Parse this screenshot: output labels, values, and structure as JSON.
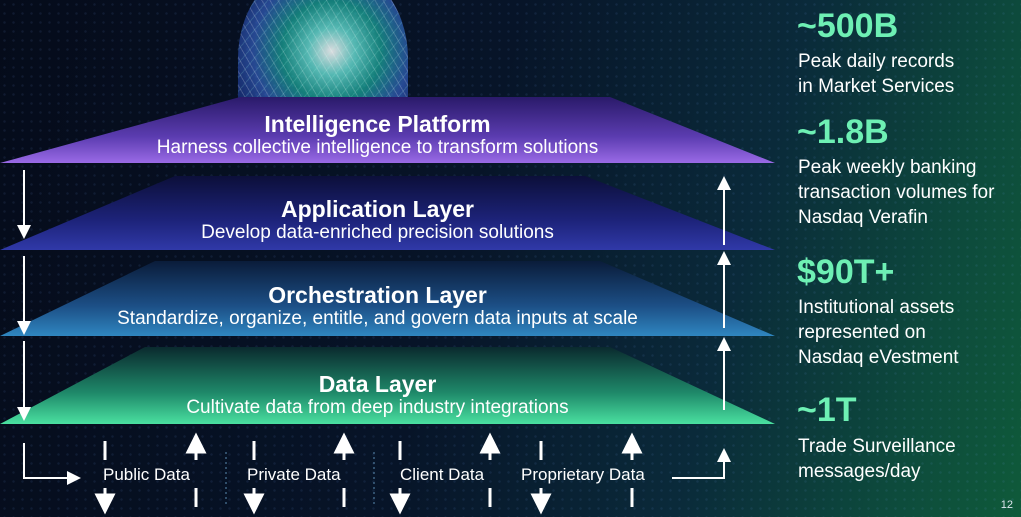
{
  "layers": [
    {
      "title": "Intelligence Platform",
      "subtitle": "Harness collective intelligence to transform solutions"
    },
    {
      "title": "Application Layer",
      "subtitle": "Develop data-enriched precision solutions"
    },
    {
      "title": "Orchestration Layer",
      "subtitle": "Standardize, organize, entitle, and govern data inputs at scale"
    },
    {
      "title": "Data Layer",
      "subtitle": "Cultivate data from deep industry integrations"
    }
  ],
  "sources": [
    "Public Data",
    "Private Data",
    "Client Data",
    "Proprietary Data"
  ],
  "stats": [
    {
      "value": "~500B",
      "line1": "Peak daily records",
      "line2": "in Market Services",
      "line3": ""
    },
    {
      "value": "~1.8B",
      "line1": "Peak weekly banking",
      "line2": "transaction volumes for",
      "line3": "Nasdaq Verafin"
    },
    {
      "value": "$90T+",
      "line1": "Institutional assets",
      "line2": "represented on",
      "line3": "Nasdaq eVestment"
    },
    {
      "value": "~1T",
      "line1": "Trade Surveillance",
      "line2": "messages/day",
      "line3": ""
    }
  ],
  "page_number": "12",
  "colors": {
    "intelligence": "#8f5fe0",
    "application": "#2a2f8f",
    "orchestration": "#2a78b8",
    "data": "#36c890",
    "stat_accent": "#6ef0b4"
  }
}
